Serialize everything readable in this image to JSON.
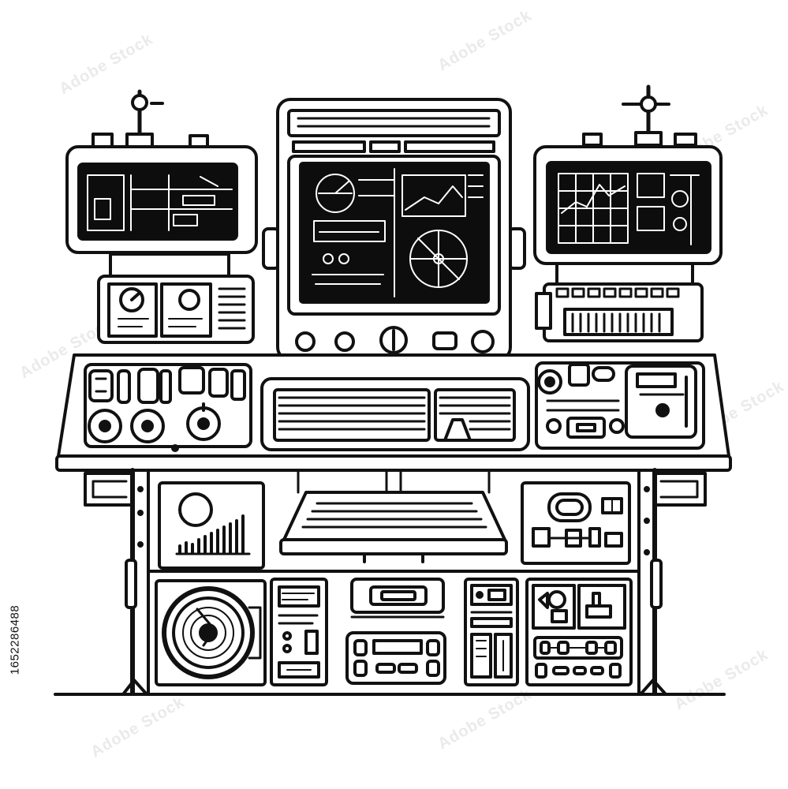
{
  "illustration": {
    "subject": "retro computer control console",
    "style": "black ink line art on white",
    "colors": {
      "ink": "#111111",
      "screen": "#0d0d0d",
      "paper": "#ffffff",
      "watermark": "#d9d9d9"
    }
  },
  "stock_id": "1652286488",
  "watermark": "Adobe Stock"
}
